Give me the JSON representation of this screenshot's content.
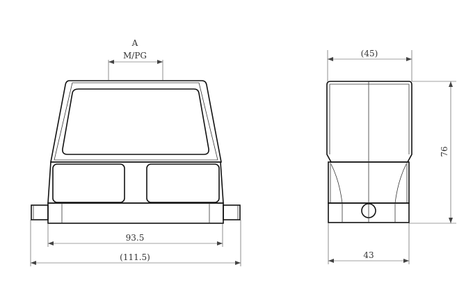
{
  "front_view": {
    "label_a": "A",
    "label_thread": "M/PG",
    "dim_inner_width": "93.5",
    "dim_overall_width": "(111.5)"
  },
  "side_view": {
    "dim_top_depth": "(45)",
    "dim_height": "76",
    "dim_base_depth": "43"
  },
  "colors": {
    "line": "#111111",
    "background": "#ffffff"
  }
}
